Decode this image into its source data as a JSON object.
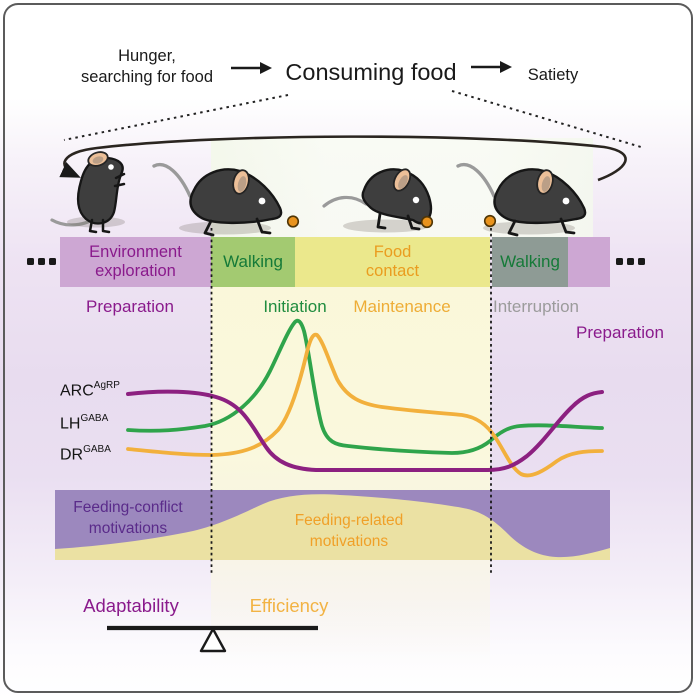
{
  "flow": {
    "stage1": "Hunger,\nsearching for food",
    "stage2": "Consuming food",
    "stage3": "Satiety"
  },
  "behavior_bar": {
    "left_ellipsis": "...",
    "right_ellipsis": "...",
    "segments": [
      {
        "label": "Environment\nexploration",
        "bg": "#cda7d3",
        "text_color": "#8a1a8c"
      },
      {
        "label": "Walking",
        "bg": "#a3ca71",
        "text_color": "#157a38"
      },
      {
        "label": "Food\ncontact",
        "bg": "#ebe88c",
        "text_color": "#ea9d20"
      },
      {
        "label": "Walking",
        "bg": "#8e9b95",
        "text_color": "#157a38"
      },
      {
        "label": "",
        "bg": "#cda7d3",
        "text_color": "#8a1a8c"
      }
    ]
  },
  "phases": [
    {
      "label": "Preparation",
      "color": "#8a1a8c"
    },
    {
      "label": "Initiation",
      "color": "#1f8c3e"
    },
    {
      "label": "Maintenance",
      "color": "#eead36"
    },
    {
      "label": "Interruption",
      "color": "#9b9b9b"
    },
    {
      "label": "Preparation",
      "color": "#8a1a8c"
    }
  ],
  "neural_traces": [
    {
      "region": "ARC",
      "marker": "AgRP",
      "color": "#8c2080"
    },
    {
      "region": "LH",
      "marker": "GABA",
      "color": "#2fa44b"
    },
    {
      "region": "DR",
      "marker": "GABA",
      "color": "#f2b03c"
    }
  ],
  "motivations": {
    "conflict_label": "Feeding-conflict\nmotivations",
    "related_label": "Feeding-related\nmotivations",
    "band_color": "#9c88be",
    "area_color": "#ebe1a3"
  },
  "balance": {
    "left_label": "Adaptability",
    "right_label": "Efficiency",
    "left_color": "#8a1a8c",
    "right_color": "#f2b344"
  }
}
